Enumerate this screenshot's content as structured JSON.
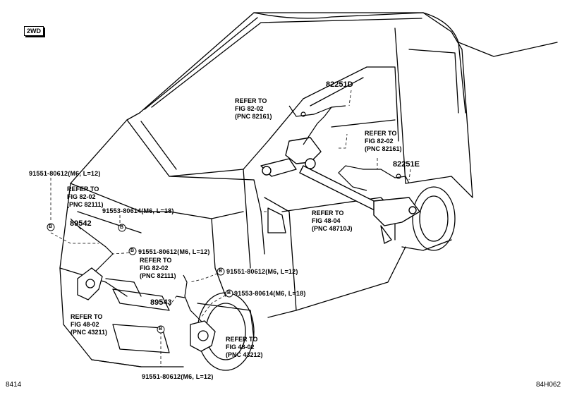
{
  "badge": "2WD",
  "parts": {
    "p82251D": "82251D",
    "p82251E": "82251E",
    "p89542": "89542",
    "p89543": "89543"
  },
  "bolts": {
    "b1": "91551-80612(M6, L=12)",
    "b2": "91553-80614(M6, L=18)",
    "b3": "91551-80612(M6, L=12)",
    "b4": "91551-80612(M6, L=12)",
    "b5": "91553-80614(M6, L=18)",
    "b6": "91551-80612(M6, L=12)",
    "marker": "B"
  },
  "refs": {
    "r1": [
      "REFER TO",
      "FIG 82-02",
      "(PNC 82161)"
    ],
    "r2": [
      "REFER TO",
      "FIG 82-02",
      "(PNC 82161)"
    ],
    "r3": [
      "REFER TO",
      "FIG 82-02",
      "(PNC 82111)"
    ],
    "r4": [
      "REFER TO",
      "FIG 82-02",
      "(PNC 82111)"
    ],
    "r5": [
      "REFER TO",
      "FIG 48-04",
      "(PNC 48710J)"
    ],
    "r6": [
      "REFER TO",
      "FIG 48-02",
      "(PNC 43211)"
    ],
    "r7": [
      "REFER TO",
      "FIG 48-02",
      "(PNC 43212)"
    ]
  },
  "footer": {
    "left": "8414",
    "right": "84H062"
  }
}
